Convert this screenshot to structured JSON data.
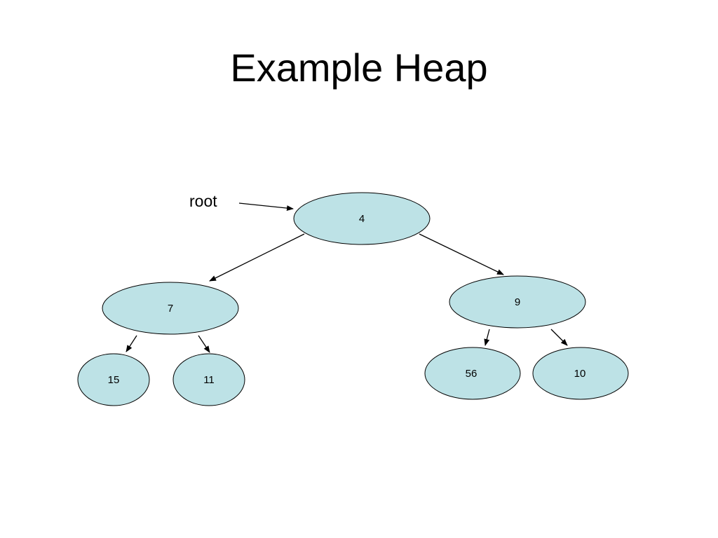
{
  "slide": {
    "title": "Example Heap"
  },
  "heap": {
    "root_label": "root",
    "nodes": [
      {
        "id": "n4",
        "value": "4"
      },
      {
        "id": "n7",
        "value": "7"
      },
      {
        "id": "n9",
        "value": "9"
      },
      {
        "id": "n15",
        "value": "15"
      },
      {
        "id": "n11",
        "value": "11"
      },
      {
        "id": "n56",
        "value": "56"
      },
      {
        "id": "n10",
        "value": "10"
      }
    ],
    "edges": [
      {
        "from": "n4",
        "to": "n7"
      },
      {
        "from": "n4",
        "to": "n9"
      },
      {
        "from": "n7",
        "to": "n15"
      },
      {
        "from": "n7",
        "to": "n11"
      },
      {
        "from": "n9",
        "to": "n56"
      },
      {
        "from": "n9",
        "to": "n10"
      }
    ]
  },
  "colors": {
    "node_fill": "#BDE2E6",
    "node_stroke": "#000000",
    "edge": "#000000"
  }
}
